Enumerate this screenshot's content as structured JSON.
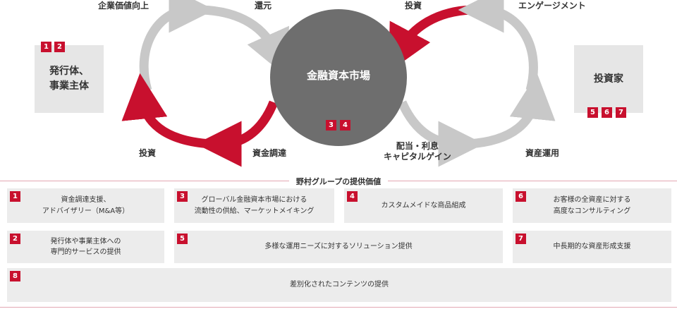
{
  "flow_labels": {
    "enterprise_value": "企業価値向上",
    "return": "還元",
    "invest_left": "投資",
    "funding": "資金調達",
    "invest_right": "投資",
    "engagement": "エンゲージメント",
    "dividend_line1": "配当・利息",
    "dividend_line2": "キャピタルゲイン",
    "asset_management": "資産運用"
  },
  "issuer": {
    "line1": "発行体、",
    "line2": "事業主体",
    "badges": [
      "1",
      "2"
    ]
  },
  "market": {
    "title": "金融資本市場",
    "badges": [
      "3",
      "4"
    ]
  },
  "investor": {
    "title": "投資家",
    "badges": [
      "5",
      "6",
      "7"
    ]
  },
  "section_title": "野村グループの提供価値",
  "services": [
    {
      "num": "1",
      "line1": "資金調達支援、",
      "line2": "アドバイザリー（M&A等）"
    },
    {
      "num": "3",
      "line1": "グローバル金融資本市場における",
      "line2": "流動性の供給、マーケットメイキング"
    },
    {
      "num": "4",
      "line1": "カスタムメイドな商品組成",
      "line2": ""
    },
    {
      "num": "6",
      "line1": "お客様の全資産に対する",
      "line2": "高度なコンサルティング"
    },
    {
      "num": "2",
      "line1": "発行体や事業主体への",
      "line2": "専門的サービスの提供"
    },
    {
      "num": "5",
      "line1": "多様な運用ニーズに対するソリューション提供",
      "line2": ""
    },
    {
      "num": "7",
      "line1": "中長期的な資産形成支援",
      "line2": ""
    },
    {
      "num": "8",
      "line1": "差別化されたコンテンツの提供",
      "line2": ""
    }
  ],
  "colors": {
    "red": "#c8102e",
    "gray_arrow": "#c8c8c8",
    "market_circle": "#6e6e6e",
    "box": "#ececec"
  }
}
